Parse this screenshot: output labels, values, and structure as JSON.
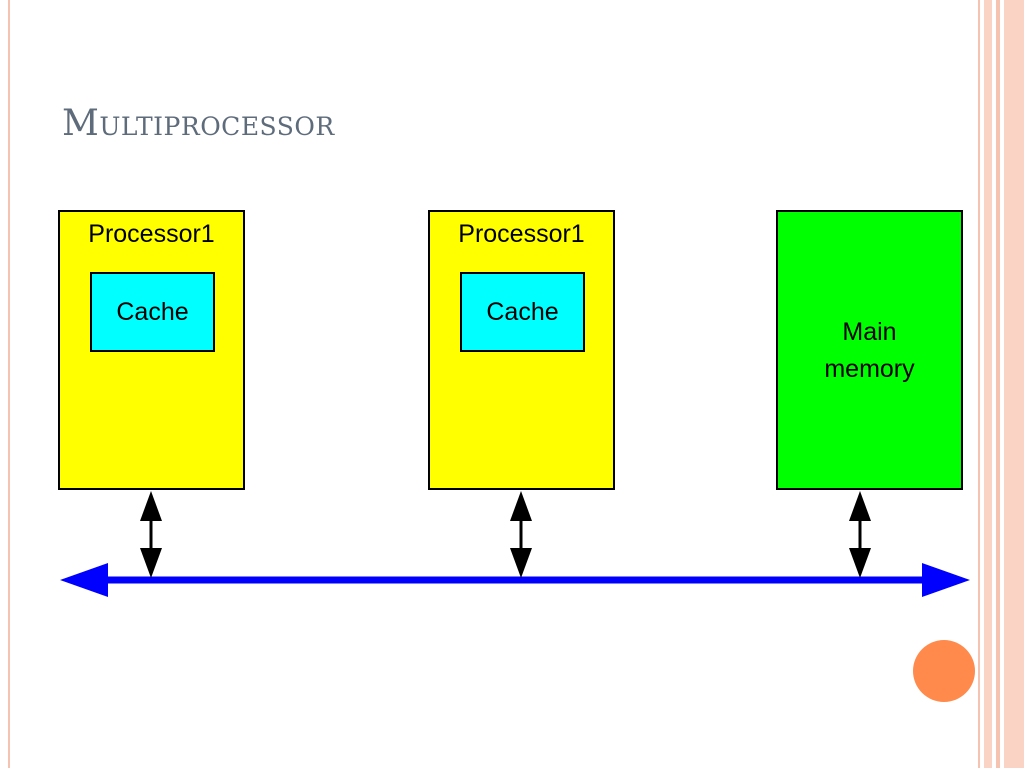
{
  "slide": {
    "title": "Multiprocessor"
  },
  "diagram": {
    "processors": [
      {
        "label": "Processor1",
        "cache_label": "Cache"
      },
      {
        "label": "Processor1",
        "cache_label": "Cache"
      }
    ],
    "memory": {
      "label_line1": "Main",
      "label_line2": "memory"
    }
  },
  "colors": {
    "processor_fill": "#ffff00",
    "cache_fill": "#00ffff",
    "memory_fill": "#00ff00",
    "bus_color": "#0000ff",
    "connector_color": "#000000",
    "title_color": "#5e6b7b",
    "accent_dot": "#ff8a4c",
    "frame_color": "#f7c3b1"
  }
}
